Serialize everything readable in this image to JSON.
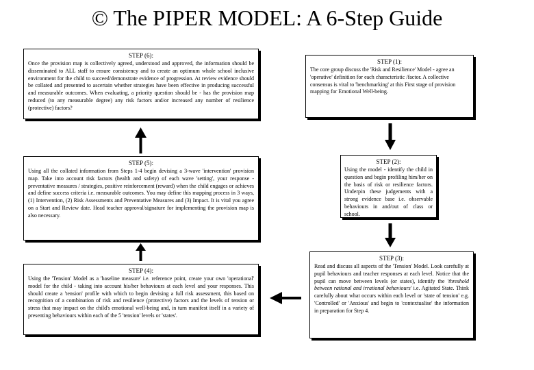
{
  "title": "© The PIPER MODEL: A 6-Step Guide",
  "steps": {
    "s6": {
      "label": "STEP (6):",
      "text": "Once the provision map is collectively agreed, understood and approved, the information should be disseminated to ALL staff to ensure consistency and to create an optimum whole school inclusive environment for the child to succeed/demonstrate evidence of progression. At review evidence should be collated and presented to ascertain whether strategies have been effective in producing successful and measurable outcomes. When evaluating, a priority question should be - has the provision map reduced (to any measurable degree) any risk factors and/or increased any number of resilience (protective) factors?"
    },
    "s1": {
      "label": "STEP (1):",
      "text": "The core group discuss the 'Risk and Resilience' Model - agree an 'operative' definition for each characteristic /factor. A collective consensus is vital to 'benchmarking' at this First stage of provision mapping for Emotional Well-being."
    },
    "s5": {
      "label": "STEP (5):",
      "text": "Using all the collated information from Steps 1-4 begin devising a 3-wave 'intervention' provision map. Take into account risk factors (health and safety) of each wave 'setting', your response - preventative measures / strategies, positive reinforcement (reward) when the child engages or achieves and define success criteria i.e. measurable outcomes. You may define this mapping process in 3 ways, (1) Intervention, (2) Risk Assessments and Preventative Measures and (3) Impact. It is vital you agree on a Start and Review date. Head teacher approval/signature for implementing the provision map is also necessary."
    },
    "s2": {
      "label": "STEP (2):",
      "text": "Using the model - identify the child in question and begin profiling him/her on the basis of risk or resilience factors. Underpin these judgements with a strong evidence base i.e. observable behaviours in and/out of class or school."
    },
    "s4": {
      "label": "STEP (4):",
      "text": "Using the 'Tension' Model as a 'baseline measure' i.e. reference point, create your own 'operational' model for the child - taking into account his/her behaviours at each level and your responses. This should create a 'tension' profile with which to begin devising a full risk assessment, this based on recognition of a combination of risk and resilience (protective) factors and the levels of tension or stress that may impact on the child's emotional well-being and, in turn manifest itself in a variety of presenting behaviours within each of the 5 'tension' levels or 'states'."
    },
    "s3": {
      "label": "STEP (3):",
      "text_a": "Read and discuss all aspects of the 'Tension' Model. Look carefully at pupil behaviours and teacher responses at each level. Notice that the pupil can move between levels (or states), identify the '",
      "text_italic": "threshold between rational and irrational behaviours",
      "text_b": "' i.e. Agitated State. Think carefully about what occurs within each level or 'state of tension' e.g. 'Controlled' or 'Anxious' and begin to 'contextualise' the information in preparation for Step 4."
    }
  }
}
